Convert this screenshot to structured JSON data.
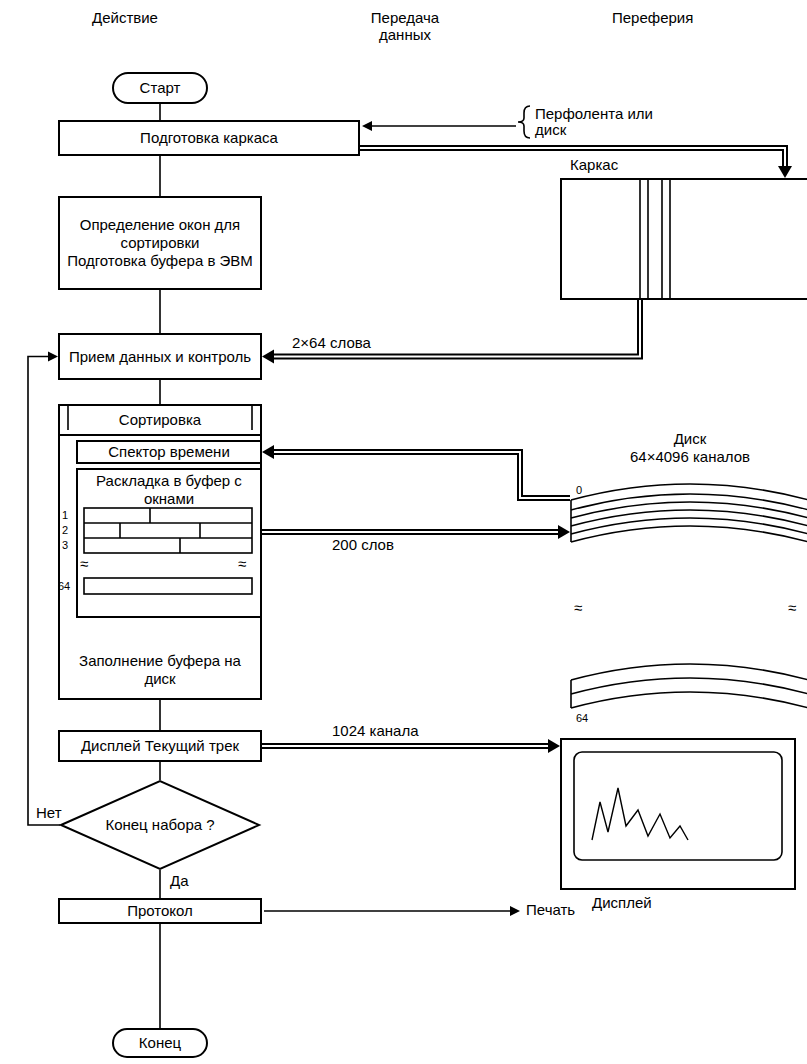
{
  "diagram": {
    "nodes": [
      {
        "text": [
          "Старт"
        ]
      },
      {
        "text": [
          "Подготовка каркаса"
        ]
      },
      {
        "text": [
          "Определение окон для сортировки",
          "Подготовка буфера в ЭВМ"
        ]
      },
      {
        "text": [
          "Прием данных и контроль"
        ]
      },
      {
        "text": [
          "Сортировка",
          "Заполнение буфера на диск"
        ]
      },
      {
        "text": [
          "Спектор времени"
        ],
        "in": 4
      },
      {
        "text": [
          "Раскладка в буфер с окнами"
        ],
        "in": 4
      },
      {
        "text": [
          "Дисплей Текущий трек"
        ]
      },
      {
        "text": [
          "Конец набора ?"
        ]
      },
      {
        "text": [
          "Протокол"
        ]
      },
      {
        "text": [
          "Конец"
        ]
      },
      {
        "text": [
          "Каркас"
        ]
      },
      {
        "text": [
          "Диск",
          "64×4096 каналов"
        ]
      },
      {
        "text": [
          "Дисплей"
        ]
      }
    ],
    "edges": [
      {
        "from": 0,
        "to": 1,
        "arrow": "none"
      },
      {
        "from": 1,
        "to": 2,
        "arrow": "none"
      },
      {
        "from": 2,
        "to": 3,
        "arrow": "none"
      },
      {
        "from": 3,
        "to": 4,
        "arrow": "none"
      },
      {
        "from": 4,
        "to": 7,
        "arrow": "none"
      },
      {
        "from": 7,
        "to": 8,
        "arrow": "none"
      },
      {
        "from": 8,
        "to": 9,
        "label": "Да",
        "arrow": "none"
      },
      {
        "from": 9,
        "to": 10,
        "arrow": "none"
      },
      {
        "from": 8,
        "to": 3,
        "label": "Нет",
        "arrow": "to"
      },
      {
        "from": 1,
        "to": 11,
        "arrow": "to"
      },
      {
        "from": 11,
        "to": 3,
        "label": "2×64 слова",
        "arrow": "to"
      },
      {
        "from": 12,
        "to": 5,
        "arrow": "to"
      },
      {
        "from": 6,
        "to": 12,
        "label": "200 слов",
        "arrow": "to"
      },
      {
        "from": 7,
        "to": 13,
        "label": "1024 канала",
        "arrow": "to"
      }
    ],
    "labels": [
      "Действие",
      "Передача данных",
      "Переферия",
      "Перфолента или диск",
      "1",
      "2",
      "3",
      "≈",
      "≈",
      "64",
      "≈",
      "≈",
      "0",
      "64",
      "Печать"
    ]
  }
}
